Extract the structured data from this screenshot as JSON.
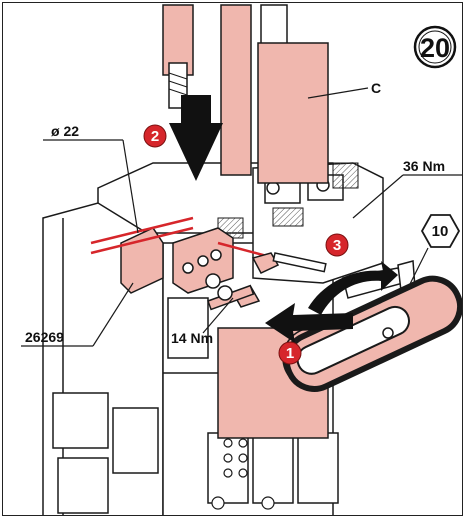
{
  "step_number": "20",
  "labels": {
    "c": "C",
    "diameter": "ø 22",
    "torque_36": "36 Nm",
    "torque_14": "14 Nm",
    "ref_26269": "26269",
    "hex_ref": "10"
  },
  "badges": [
    "1",
    "2",
    "3"
  ],
  "colors": {
    "accent_red": "#d6262b",
    "pink_part": "#f0b7ae",
    "line": "#1a1a1a"
  }
}
